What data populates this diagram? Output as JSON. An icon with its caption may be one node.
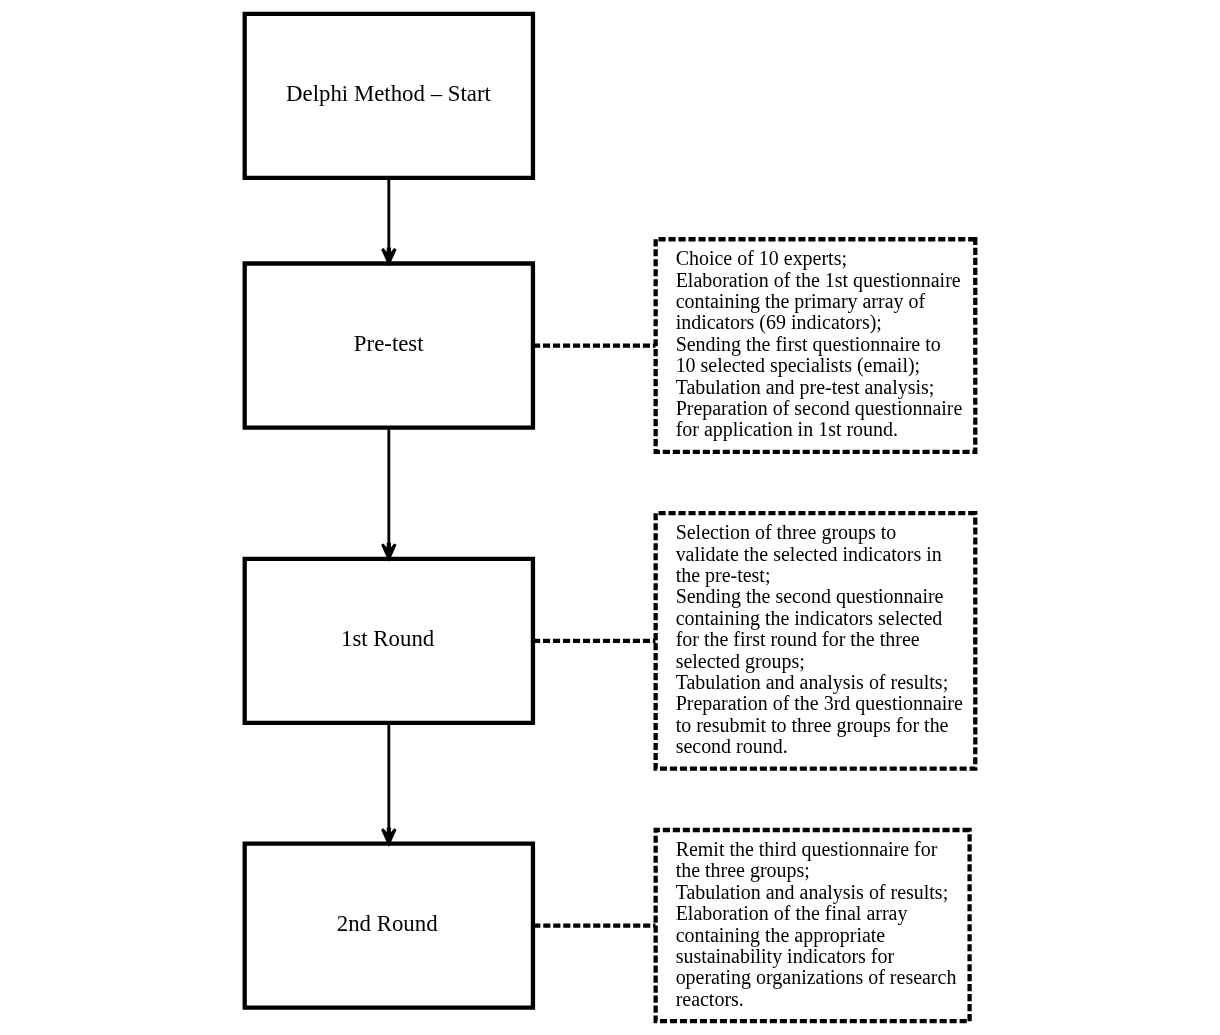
{
  "diagram": {
    "nodes": [
      {
        "text": [
          "Delphi Method – Start"
        ]
      },
      {
        "text": [
          "Pre-test"
        ]
      },
      {
        "text": [
          "1st Round"
        ]
      },
      {
        "text": [
          "2nd Round"
        ]
      },
      {
        "text": [
          "Choice of 10 experts;",
          "Elaboration of the 1st questionnaire containing the primary array of indicators (69 indicators);",
          "Sending the first questionnaire to 10 selected specialists (email);",
          "Tabulation and pre-test analysis;",
          "Preparation of second questionnaire for application in 1st round."
        ]
      },
      {
        "text": [
          "Selection of three groups to validate the selected indicators in the pre-test;",
          "Sending the second questionnaire containing the indicators selected for the first round for the three selected groups;",
          "Tabulation and analysis of results;",
          "Preparation of the 3rd questionnaire to resubmit to three groups for the second round."
        ]
      },
      {
        "text": [
          "Remit the third questionnaire for the three groups;",
          "Tabulation and analysis of results;",
          "Elaboration of the final array containing the appropriate sustainability indicators for operating organizations of research reactors."
        ]
      }
    ],
    "edges": [
      {
        "from": 0,
        "to": 1,
        "arrow": "to"
      },
      {
        "from": 1,
        "to": 2,
        "arrow": "to"
      },
      {
        "from": 2,
        "to": 3,
        "arrow": "to"
      },
      {
        "from": 1,
        "to": 4,
        "arrow": "none",
        "style": "dashed"
      },
      {
        "from": 2,
        "to": 5,
        "arrow": "none",
        "style": "dashed"
      },
      {
        "from": 3,
        "to": 6,
        "arrow": "none",
        "style": "dashed"
      }
    ]
  }
}
